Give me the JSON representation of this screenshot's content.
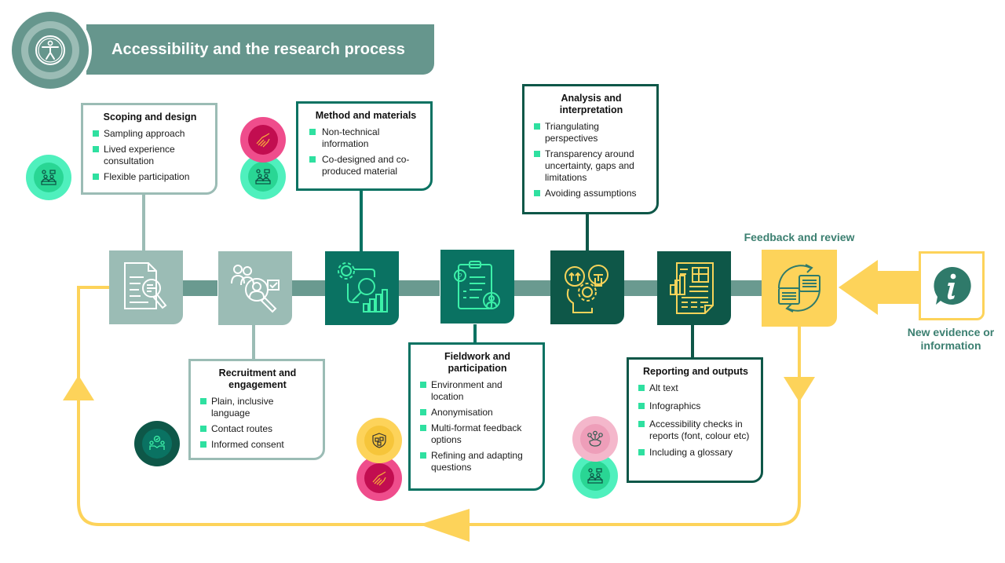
{
  "title": "Accessibility and the research process",
  "colors": {
    "title_bg": "#66968d",
    "light_stage": "#9bbcb5",
    "mid_stage": "#0a7262",
    "dark_stage": "#0e5748",
    "feedback": "#fdd35a",
    "bullet": "#2fe0a0",
    "accent_text": "#3b7f70"
  },
  "stages": [
    {
      "id": "scoping",
      "title": "Scoping and design",
      "icon": "document-search-icon",
      "items": [
        "Sampling approach",
        "Lived experience consultation",
        "Flexible participation"
      ],
      "badges": [
        "co-production-icon"
      ]
    },
    {
      "id": "recruitment",
      "title": "Recruitment and engagement",
      "icon": "people-search-icon",
      "items": [
        "Plain, inclusive language",
        "Contact routes",
        "Informed consent"
      ],
      "badges": [
        "consent-agreement-icon"
      ]
    },
    {
      "id": "method",
      "title": "Method and materials",
      "icon": "gear-search-chart-icon",
      "items": [
        "Non-technical information",
        "Co-designed and co-produced material"
      ],
      "badges": [
        "handshake-icon",
        "co-production-icon"
      ]
    },
    {
      "id": "fieldwork",
      "title": "Fieldwork and participation",
      "icon": "clipboard-person-icon",
      "items": [
        "Environment and location",
        "Anonymisation",
        "Multi-format feedback options",
        "Refining and adapting questions"
      ],
      "badges": [
        "shield-privacy-icon",
        "handshake-icon"
      ]
    },
    {
      "id": "analysis",
      "title": "Analysis and interpretation",
      "icon": "head-gear-lightbulb-icon",
      "items": [
        "Triangulating perspectives",
        "Transparency around uncertainty, gaps and limitations",
        "Avoiding assumptions"
      ]
    },
    {
      "id": "reporting",
      "title": "Reporting and outputs",
      "icon": "report-document-icon",
      "items": [
        "Alt text",
        "Infographics",
        "Accessibility checks in reports (font, colour etc)",
        "Including a glossary"
      ],
      "badges": [
        "network-hand-icon",
        "co-production-icon"
      ]
    },
    {
      "id": "feedback",
      "title": "Feedback and review",
      "icon": "feedback-cycle-icon"
    }
  ],
  "new_evidence": {
    "label": "New evidence or information",
    "icon": "info-speech-icon"
  }
}
